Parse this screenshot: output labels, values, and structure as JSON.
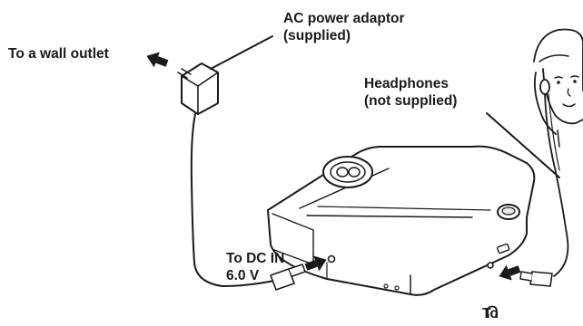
{
  "labels": {
    "ac_adaptor": {
      "line1": "AC power adaptor",
      "line2": "(supplied)"
    },
    "wall_outlet": "To a wall outlet",
    "headphones": {
      "line1": "Headphones",
      "line2": "(not supplied)"
    },
    "dc_in": {
      "line1": "To DC IN",
      "line2": "6.0 V"
    },
    "headphone_jack": "To"
  },
  "icons": {
    "headphone_jack_symbol": "headphone-icon",
    "arrows": [
      "arrow-to-wall-outlet",
      "arrow-to-dc-in",
      "arrow-to-headphone-jack"
    ]
  },
  "colors": {
    "line": "#1a1a1a",
    "fill": "#ffffff",
    "shade": "#e9e9e9"
  }
}
